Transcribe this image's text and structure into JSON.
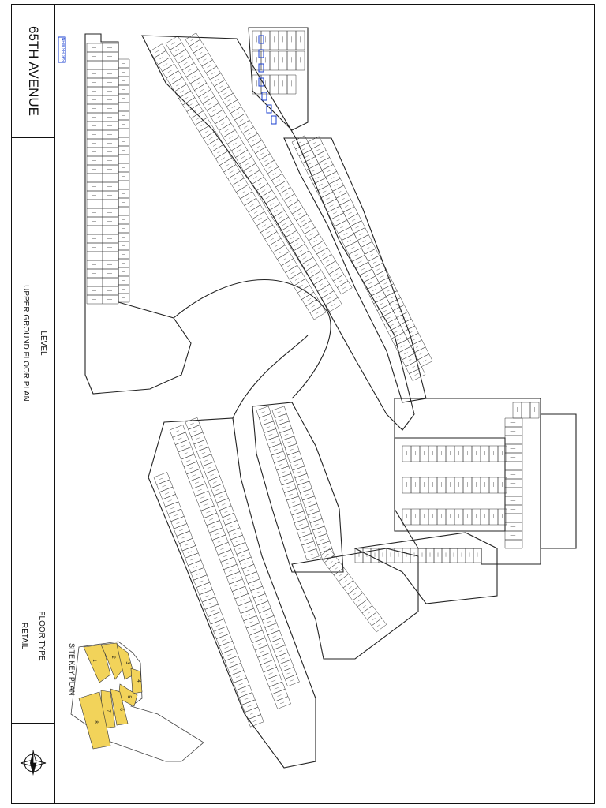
{
  "title_block": {
    "project_name": "65TH AVENUE",
    "level_label": "LEVEL",
    "level_value": "UPPER GROUND FLOOR PLAN",
    "floor_type_label": "FLOOR TYPE",
    "floor_type_value": "RETAIL"
  },
  "plan": {
    "legend_tag": "NEW SHOPS",
    "key_plan_title": "SITE KEY PLAN",
    "key_plan_blocks": [
      "1",
      "2",
      "3",
      "4",
      "5",
      "6",
      "7",
      "8"
    ],
    "colors": {
      "line": "#222222",
      "key_fill": "#f2d35a",
      "highlight": "#1a3fd0"
    }
  }
}
